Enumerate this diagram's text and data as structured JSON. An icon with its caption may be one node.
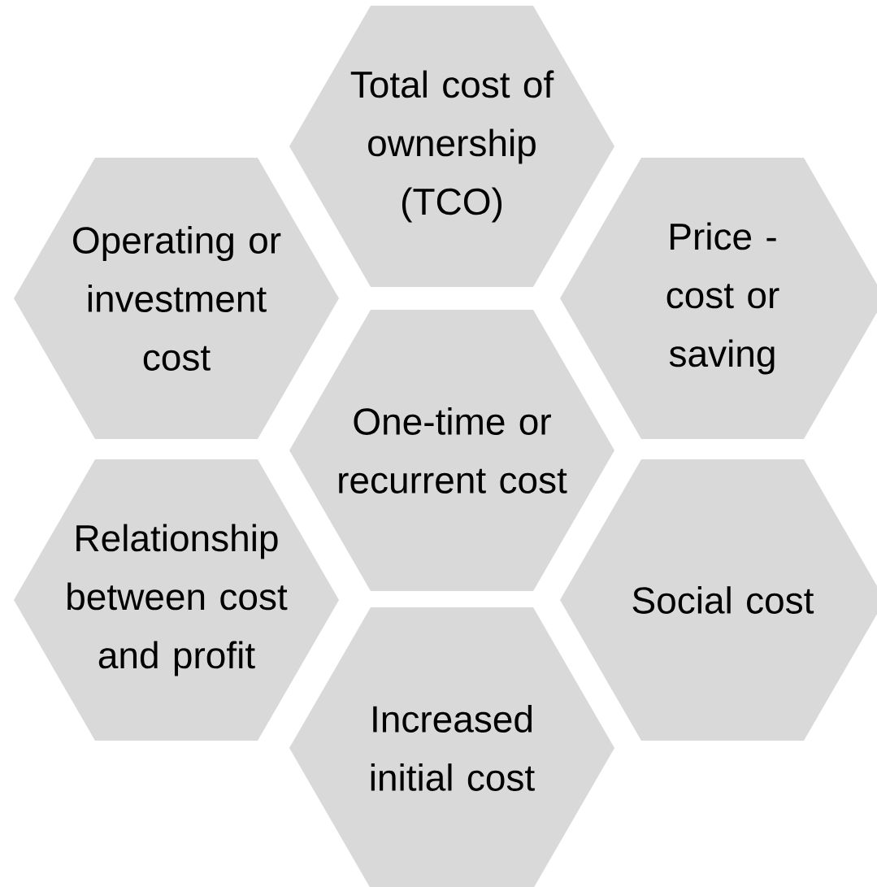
{
  "diagram": {
    "nodes": [
      {
        "text": [
          "Total cost of ownership (TCO)"
        ]
      },
      {
        "text": [
          "Operating or investment cost"
        ]
      },
      {
        "text": [
          "Price - cost or saving"
        ]
      },
      {
        "text": [
          "One-time or recurrent cost"
        ]
      },
      {
        "text": [
          "Relationship between cost and profit"
        ]
      },
      {
        "text": [
          "Social cost"
        ]
      },
      {
        "text": [
          "Increased initial cost"
        ]
      }
    ]
  }
}
